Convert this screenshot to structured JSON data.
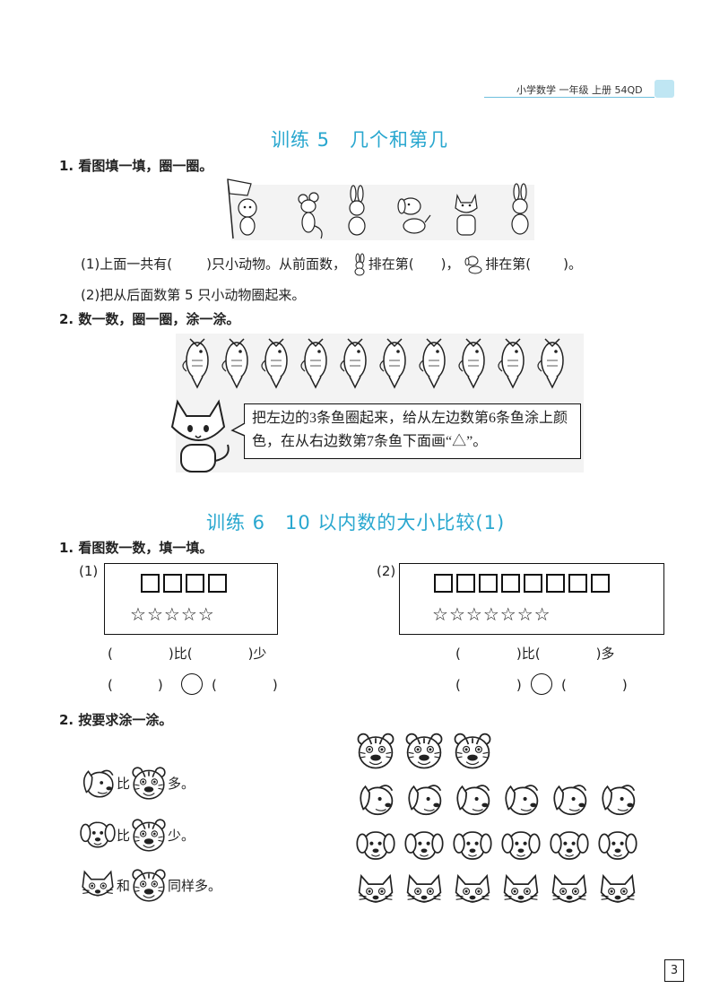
{
  "header": {
    "text": "小学数学 一年级 上册 54QD"
  },
  "section5": {
    "title": "训练 5　几个和第几",
    "q1": {
      "title": "1. 看图填一填，圈一圈。",
      "animals": [
        "monkey-flag-icon",
        "mouse-icon",
        "rabbit-icon",
        "dog-icon",
        "cat-icon",
        "rabbit-icon"
      ],
      "line1": {
        "a": "(1)上面一共有(",
        "b": ")只小动物。从前面数，",
        "c": "排在第(",
        "d": ")，",
        "e": "排在第(",
        "f": ")。"
      },
      "line2": "(2)把从后面数第 5 只小动物圈起来。"
    },
    "q2": {
      "title": "2. 数一数，圈一圈，涂一涂。",
      "fish_count": 10,
      "speech": "把左边的3条鱼圈起来，给从左边数第6条鱼涂上颜色，在从右边数第7条鱼下面画“△”。"
    }
  },
  "section6": {
    "title": "训练 6　10 以内数的大小比较(1)",
    "q1": {
      "title": "1. 看图数一数，填一填。",
      "left": {
        "label": "(1)",
        "squares": 4,
        "stars": 5,
        "line1": [
          "(",
          ")比(",
          ")少"
        ],
        "line2": [
          "(",
          ")",
          "(",
          ")"
        ]
      },
      "right": {
        "label": "(2)",
        "squares": 8,
        "stars": 7,
        "line1": [
          "(",
          ")比(",
          ")多"
        ],
        "line2": [
          "(",
          ")",
          "(",
          ")"
        ]
      }
    },
    "q2": {
      "title": "2. 按要求涂一涂。",
      "rules": [
        {
          "a": "dog-face-icon",
          "mid": "比",
          "b": "tiger-face-icon",
          "end": "多。"
        },
        {
          "a": "puppy-face-icon",
          "mid": "比",
          "b": "tiger-face-icon",
          "end": "少。"
        },
        {
          "a": "cat-face-icon",
          "mid": "和",
          "b": "tiger-face-icon",
          "end": "同样多。"
        }
      ],
      "grid": {
        "tigers": 3,
        "dogs": 6,
        "puppies": 6,
        "cats": 6
      }
    }
  },
  "page_number": "3"
}
